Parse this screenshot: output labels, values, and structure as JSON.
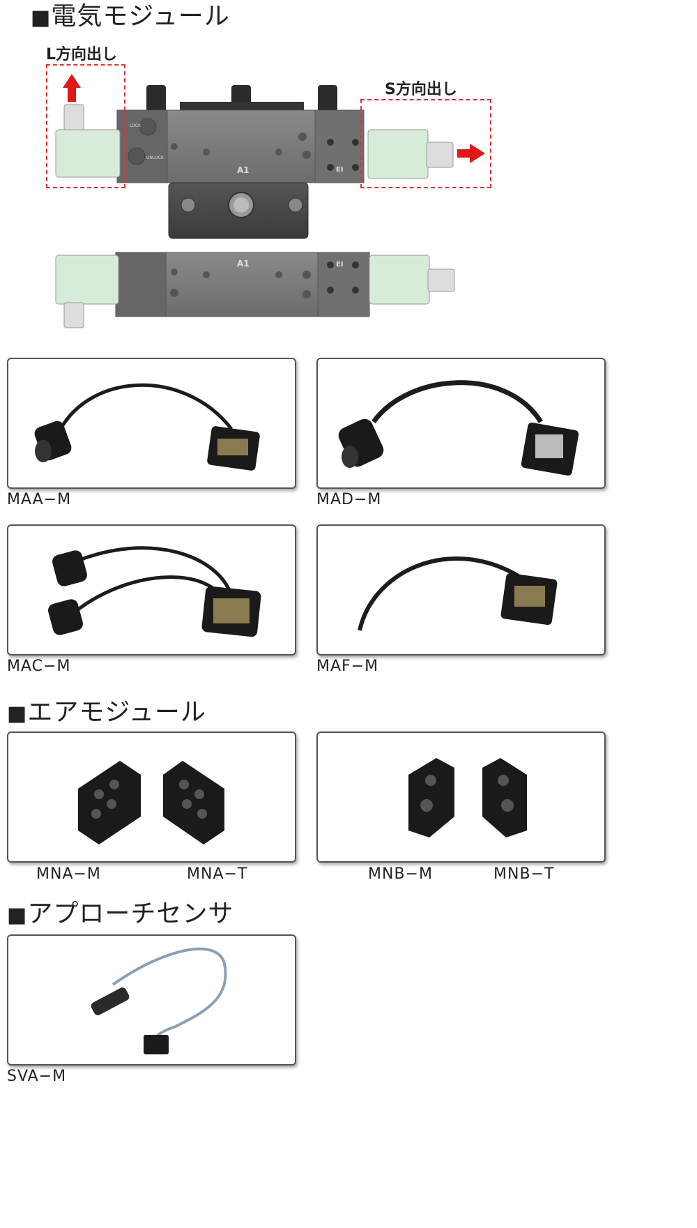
{
  "sections": {
    "electric": "電気モジュール",
    "air": "エアモジュール",
    "approach": "アプローチセンサ"
  },
  "square": "■",
  "diagram": {
    "l_direction": "L方向出し",
    "s_direction": "S方向出し",
    "unit_labels": {
      "a1": "A1",
      "ei": "EI",
      "lock": "LOCK",
      "unlock": "UNLOCK"
    },
    "colors": {
      "body": "#7a7a7a",
      "module": "#d6ecd9",
      "arrow": "#e01818",
      "dash": "#d33333"
    }
  },
  "cards": {
    "maa": "MAA−M",
    "mad": "MAD−M",
    "mac": "MAC−M",
    "maf": "MAF−M",
    "mna_m": "MNA−M",
    "mna_t": "MNA−T",
    "mnb_m": "MNB−M",
    "mnb_t": "MNB−T",
    "sva": "SVA−M"
  }
}
